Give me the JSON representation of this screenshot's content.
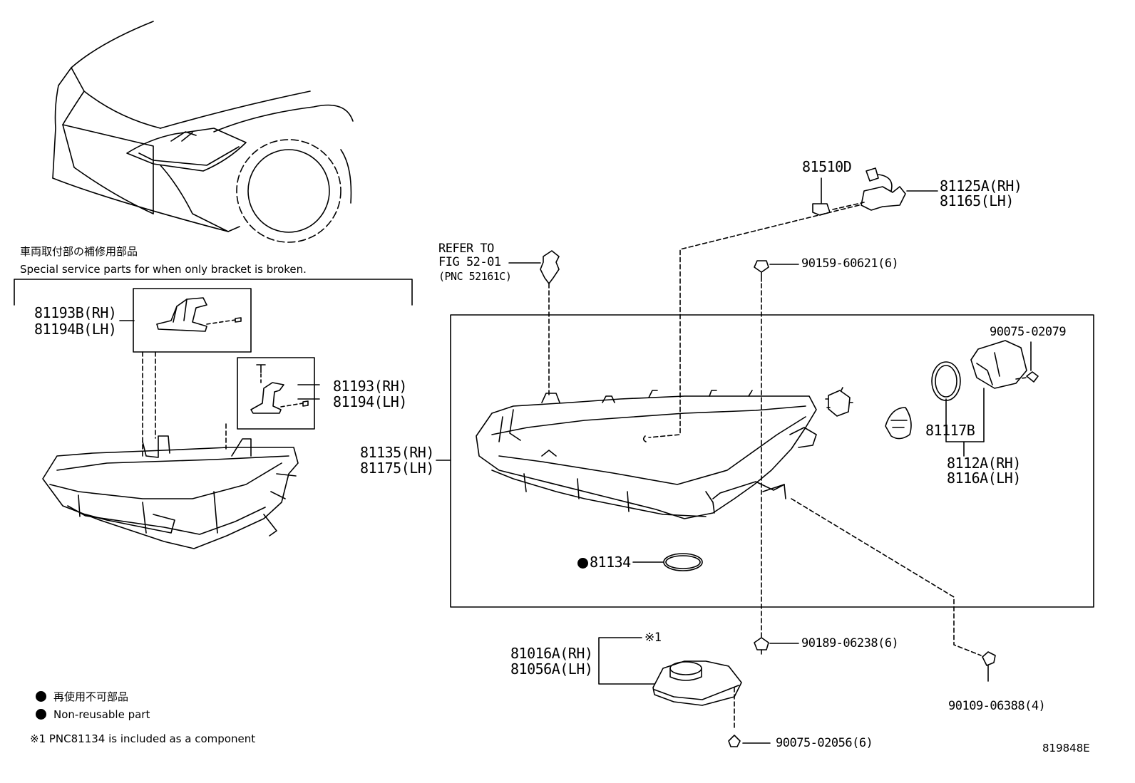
{
  "header_jp": "車両取付部の補修用部品",
  "header_en": "Special service parts for when only bracket is broken.",
  "parts": {
    "p81193B": "81193B(RH)",
    "p81194B": "81194B(LH)",
    "p81193": "81193(RH)",
    "p81194": "81194(LH)",
    "refer_to": "REFER TO",
    "fig": "FIG 52-01",
    "pnc": "(PNC 52161C)",
    "p81510D": "81510D",
    "p81125A": "81125A(RH)",
    "p81165": "81165(LH)",
    "p90159": "90159-60621(6)",
    "p90075_02079": "90075-02079",
    "p81135": "81135(RH)",
    "p81175": "81175(LH)",
    "p81117B": "81117B",
    "p8112A": "8112A(RH)",
    "p8116A": "8116A(LH)",
    "p81134": "81134",
    "p90189": "90189-06238(6)",
    "p81016A": "81016A(RH)",
    "p81056A": "81056A(LH)",
    "note_mark": "※1",
    "p90109": "90109-06388(4)",
    "p90075_02056": "90075-02056(6)"
  },
  "legend": {
    "jp": "再使用不可部品",
    "en": "Non-reusable part",
    "note": "※1 PNC81134 is included as a component"
  },
  "figure_id": "819848E"
}
